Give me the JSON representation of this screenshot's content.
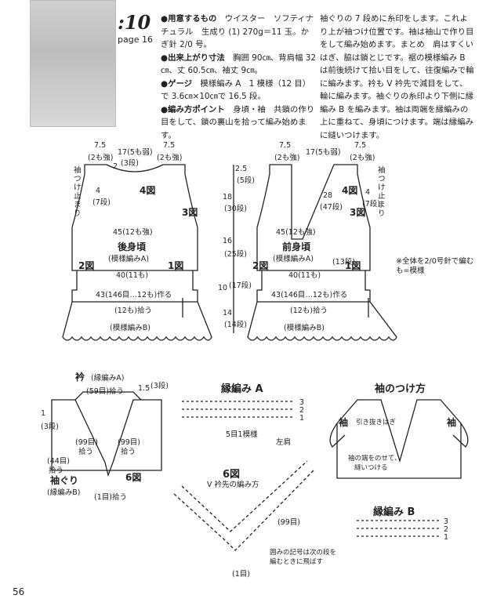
{
  "header": {
    "number": ":10",
    "page_ref": "page 16",
    "col1": [
      {
        "key": "●用意するもの",
        "text": "　ウイスター　ソフティナ チュラル　生成り (1) 270g＝11 玉。かぎ針 2/0 号。"
      },
      {
        "key": "●出来上がり寸法",
        "text": "　胸囲 90㎝、背肩幅 32㎝、丈 60.5㎝、袖丈 9㎝。"
      },
      {
        "key": "●ゲージ",
        "text": "　模様編み A　1 模様（12 目）で 3.6㎝×10㎝で 16.5 段。"
      },
      {
        "key": "●編み方ポイント",
        "text": "　身頃・袖　共鎖の作り目をして、鎖の裏山を拾って編み始めます。"
      }
    ],
    "col2": "袖ぐりの 7 段めに糸印をします。これより上が袖つけ位置です。袖は袖山で作り目をして編み始めます。まとめ　肩はすくいはぎ、脇は鎖とじです。裾の模様編み B は前後続けて拾い目をして、往復編みで輪に編みます。衿も V 衿先で減目をして、輪に編みます。袖ぐりの糸印より下側に縁編み B を編みます。袖は両端を縁編みの上に重ねて、身頃につけます。端は縁編みに縫いつけます。"
  },
  "back": {
    "title": "後身頃",
    "sub": "(模様編みA)",
    "hem": "(模様編みB)",
    "top_left": "7.5",
    "top_left_sub": "(2も強)",
    "top_mid": "17(5も弱)",
    "top_right": "7.5",
    "top_right_sub": "(2も強)",
    "neck": "2",
    "neck_rows": "(3段)",
    "fig4": "4図",
    "fig3": "3図",
    "fig2": "2図",
    "fig1": "1図",
    "sleeve_pos": "袖つけ止まり",
    "arm_rows": "4",
    "arm_rows_sub": "(7段)",
    "w45": "45(12も強)",
    "w40": "40(11も)",
    "w43": "43(146目…12も)作る",
    "w12": "(12も)拾う"
  },
  "front": {
    "title": "前身頃",
    "sub": "(模様編みA)",
    "hem": "(模様編みB)",
    "top_left": "7.5",
    "top_left_sub": "(2も強)",
    "top_mid": "17(5も弱)",
    "top_right": "7.5",
    "top_right_sub": "(2も強)",
    "neck_depth": "28",
    "neck_depth_rows": "(47段)",
    "v_rows": "(13段)",
    "fig4": "4図",
    "fig3": "3図",
    "fig2": "2図",
    "fig1": "1図",
    "sleeve_pos": "袖つけ止まり",
    "arm_rows": "4",
    "arm_rows_sub": "(7段)",
    "w45": "45(12も強)",
    "w40": "40(11も)",
    "w43": "43(146目…12も)作る",
    "w12": "(12も)拾う",
    "note": "※全体を2/0号針で編むも=模様"
  },
  "vertical": {
    "v1": "2.5",
    "v1s": "(5段)",
    "v2": "18",
    "v2s": "(30段)",
    "v3": "16",
    "v3s": "(25段)",
    "v4": "10",
    "v4s": "(17段)",
    "v5": "14",
    "v5s": "(14段)"
  },
  "collar": {
    "title": "衿",
    "title_sub": "(縁編みA)",
    "pick59": "(59目)拾う",
    "r15": "1.5",
    "r15s": "(3段)",
    "l1": "1",
    "l1s": "(3段)",
    "p99l": "(99目)",
    "p99l2": "拾う",
    "p99r": "(99目)",
    "p99r2": "拾う",
    "p44": "(44目)",
    "p44b": "拾う",
    "arm": "袖ぐり",
    "arm_sub": "(縁編みB)",
    "fig6": "6図",
    "pick1": "(1目)拾う"
  },
  "edgeA": {
    "title": "縁編み A",
    "repeat": "5目1模様",
    "shoulder": "左肩",
    "r3": "3",
    "r2": "2",
    "r1": "1"
  },
  "fig6": {
    "title": "6図",
    "sub": "V 衿先の編み方",
    "n99": "(99目)",
    "n1": "(1目)",
    "note1": "囲みの記号は次の段を",
    "note2": "編むときに飛ばす"
  },
  "sleeveJoin": {
    "title": "袖のつけ方",
    "l_sleeve": "袖",
    "r_sleeve": "袖",
    "center": "引き抜きはぎ",
    "note1": "袖の端をのせて、",
    "note2": "縫いつける"
  },
  "edgeB": {
    "title": "縁編み B",
    "r3": "3",
    "r2": "2",
    "r1": "1"
  },
  "footer": {
    "page": "56"
  }
}
